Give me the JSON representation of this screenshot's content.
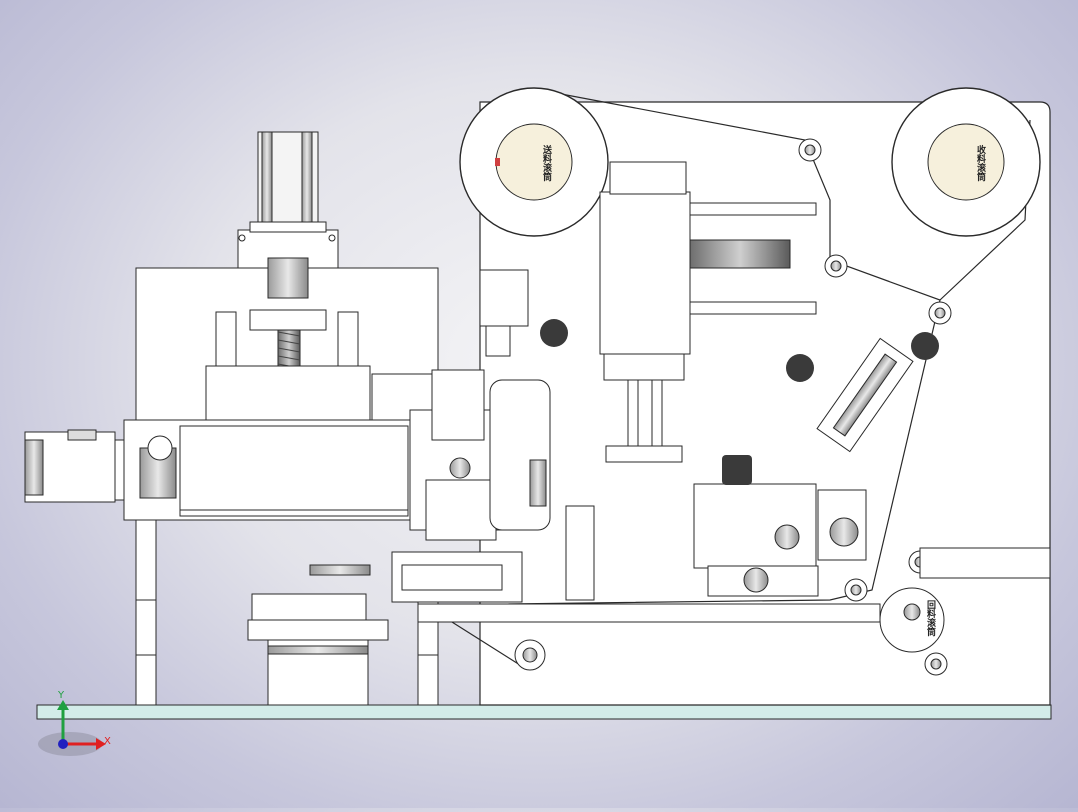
{
  "labels": {
    "feed_reel": "送料滚筒",
    "takeup_reel": "收料滚筒",
    "return_reel": "回料滚筒"
  },
  "axes": {
    "x": "X",
    "y": "Y"
  },
  "colors": {
    "background_edge": "#b6b6d2",
    "floor": "#d3ece9",
    "part_fill": "#ffffff",
    "line": "#2a2a2a",
    "axis_x": "#e02020",
    "axis_y": "#20a040",
    "axis_origin": "#2020c0"
  },
  "icons": [
    "servo-motor-icon",
    "stepper-motor-icon",
    "reel-icon",
    "roller-icon",
    "triad-axis-icon"
  ]
}
